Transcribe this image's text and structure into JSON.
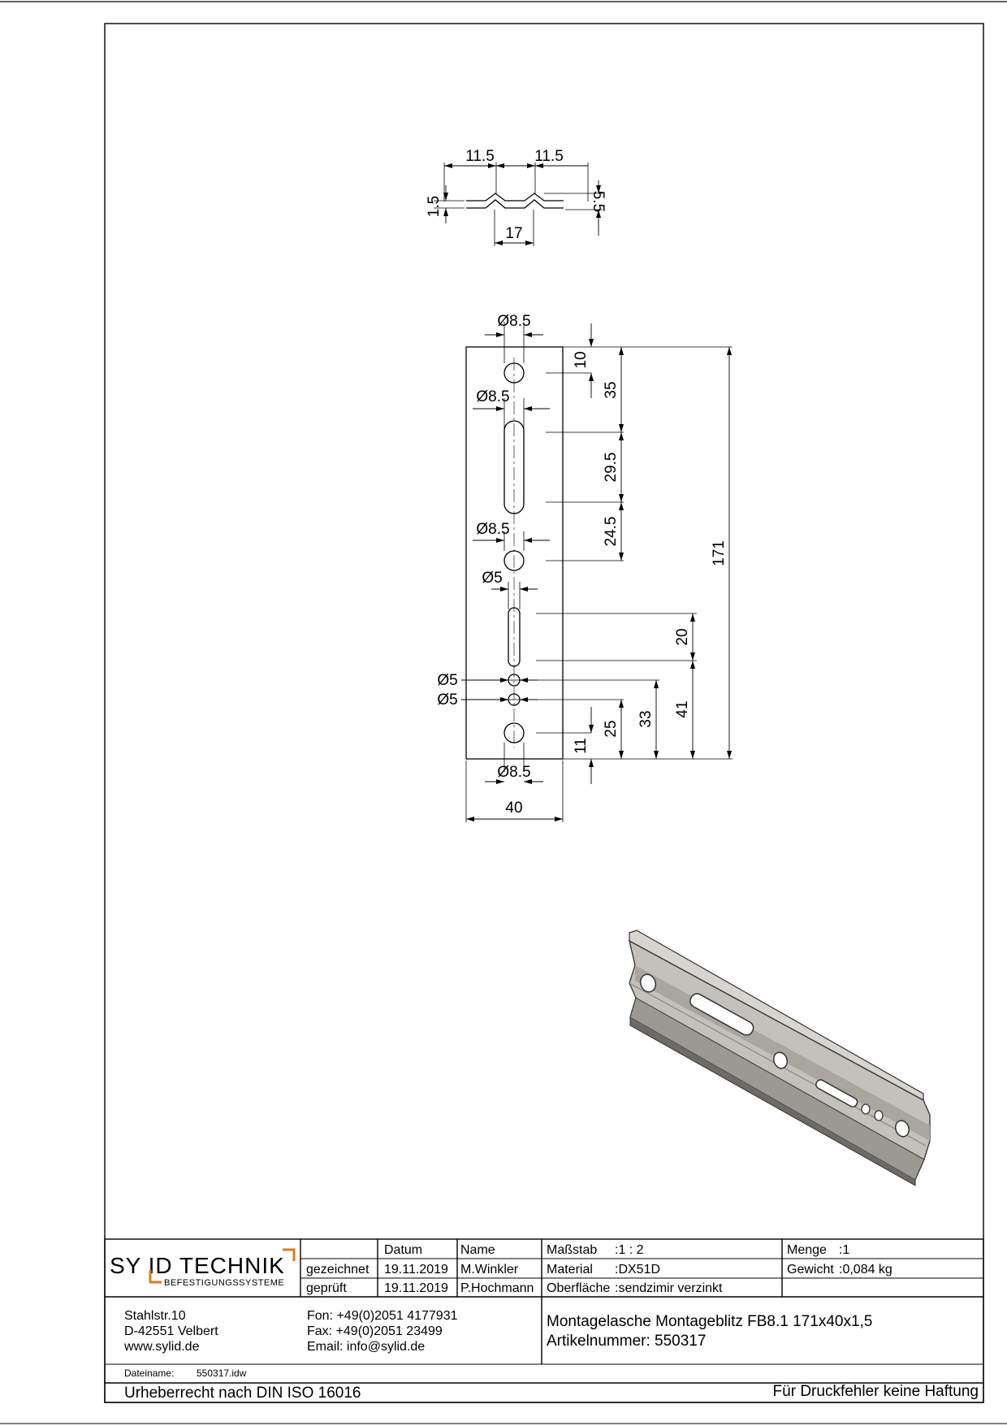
{
  "profile_dims": {
    "pitch_left": "11.5",
    "pitch_right": "11.5",
    "thickness": "1.5",
    "height": "5.5",
    "span": "17"
  },
  "plan_dims": {
    "hole_top_dia": "Ø8.5",
    "slot_dia": "Ø8.5",
    "hole_mid_dia": "Ø8.5",
    "slot_small_dia": "Ø5",
    "small_hole_1": "Ø5",
    "small_hole_2": "Ø5",
    "hole_bottom_dia": "Ø8.5",
    "width": "40",
    "d_10": "10",
    "d_35": "35",
    "d_29_5": "29.5",
    "d_24_5": "24.5",
    "d_171": "171",
    "d_20": "20",
    "d_41": "41",
    "d_33": "33",
    "d_25": "25",
    "d_11": "11"
  },
  "title_block": {
    "logo_text": "SY ID TECHNIK",
    "logo_sub": "BEFESTIGUNGSSYSTEME",
    "col_datum": "Datum",
    "col_name": "Name",
    "row1_label": "gezeichnet",
    "row1_date": "19.11.2019",
    "row1_name": "M.Winkler",
    "row2_label": "geprüft",
    "row2_date": "19.11.2019",
    "row2_name": "P.Hochmann",
    "massstab_label": "Maßstab",
    "massstab_value": ":1 : 2",
    "material_label": "Material",
    "material_value": ":DX51D",
    "oberflaeche_label": "Oberfläche",
    "oberflaeche_value": ":sendzimir verzinkt",
    "menge_label": "Menge",
    "menge_value": ":1",
    "gewicht_label": "Gewicht",
    "gewicht_value": ":0,084 kg",
    "address_1": "Stahlstr.10",
    "address_2": "D-42551 Velbert",
    "address_3": "www.sylid.de",
    "fon": "Fon: +49(0)2051 4177931",
    "fax": "Fax: +49(0)2051 23499",
    "email": "Email: info@sylid.de",
    "product_title": "Montagelasche Montageblitz FB8.1 171x40x1,5",
    "article_number": "Artikelnummer: 550317",
    "filename_label": "Dateiname:",
    "filename_value": "550317.idw",
    "copyright": "Urheberrecht nach DIN ISO 16016",
    "disclaimer": "Für Druckfehler keine Haftung"
  },
  "colors": {
    "line": "#000000",
    "logo_accent": "#e07a1f",
    "part_fill": "#b9b5ae",
    "part_dark": "#6e6a64"
  }
}
